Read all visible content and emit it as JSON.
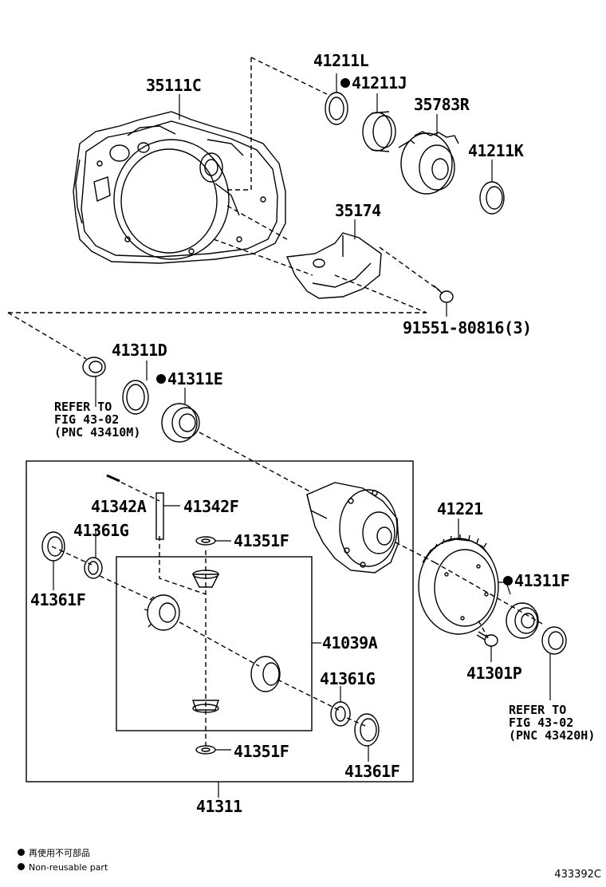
{
  "parts": {
    "p35111C": "35111C",
    "p41211L": "41211L",
    "p41211J": "41211J",
    "p35783R": "35783R",
    "p41211K": "41211K",
    "p35174": "35174",
    "p91551": "91551-80816(3)",
    "p41311D": "41311D",
    "p41311E": "41311E",
    "p41342A": "41342A",
    "p41342F": "41342F",
    "p41361G_top": "41361G",
    "p41351F_top": "41351F",
    "p41361F_left": "41361F",
    "p41039A": "41039A",
    "p41361G_bottom": "41361G",
    "p41351F_bottom": "41351F",
    "p41361F_bottom": "41361F",
    "p41311": "41311",
    "p41221": "41221",
    "p41311F": "41311F",
    "p41301P": "41301P"
  },
  "references": {
    "left": {
      "line1": "REFER TO",
      "line2": "FIG 43-02",
      "line3": "(PNC 43410M)"
    },
    "right": {
      "line1": "REFER TO",
      "line2": "FIG 43-02",
      "line3": "(PNC 43420H)"
    }
  },
  "legend": {
    "japanese": "再使用不可部品",
    "english": "Non-reusable part"
  },
  "figure_id": "433392C",
  "colors": {
    "ink": "#000000",
    "background": "#ffffff"
  }
}
